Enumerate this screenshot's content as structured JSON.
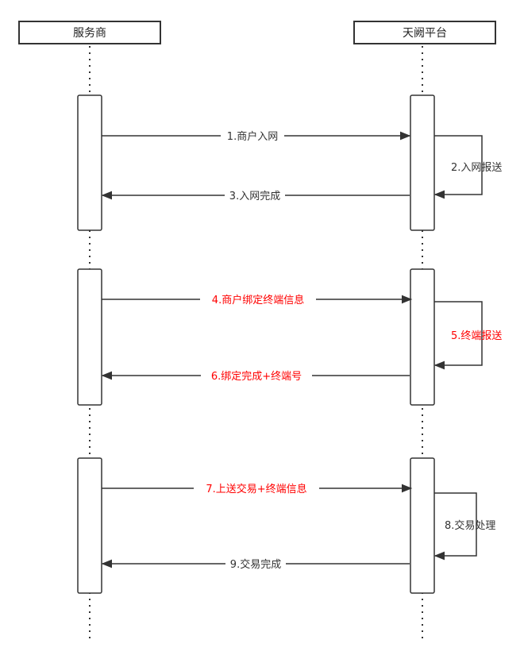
{
  "participants": [
    {
      "id": "provider",
      "label": "服务商"
    },
    {
      "id": "platform",
      "label": "天阙平台"
    }
  ],
  "messages": [
    {
      "id": "m1",
      "label": "1.商户入网",
      "from": "provider",
      "to": "platform",
      "type": "call",
      "color": "#333333"
    },
    {
      "id": "m2",
      "label": "2.入网报送",
      "from": "platform",
      "to": "platform",
      "type": "self",
      "color": "#333333"
    },
    {
      "id": "m3",
      "label": "3.入网完成",
      "from": "platform",
      "to": "provider",
      "type": "return",
      "color": "#333333"
    },
    {
      "id": "m4",
      "label": "4.商户绑定终端信息",
      "from": "provider",
      "to": "platform",
      "type": "call",
      "color": "#ff0000"
    },
    {
      "id": "m5",
      "label": "5.终端报送",
      "from": "platform",
      "to": "platform",
      "type": "self",
      "color": "#ff0000"
    },
    {
      "id": "m6",
      "label": "6.绑定完成+终端号",
      "from": "platform",
      "to": "provider",
      "type": "return",
      "color": "#ff0000"
    },
    {
      "id": "m7",
      "label": "7.上送交易+终端信息",
      "from": "provider",
      "to": "platform",
      "type": "call",
      "color": "#ff0000"
    },
    {
      "id": "m8",
      "label": "8.交易处理",
      "from": "platform",
      "to": "platform",
      "type": "self",
      "color": "#333333"
    },
    {
      "id": "m9",
      "label": "9.交易完成",
      "from": "platform",
      "to": "provider",
      "type": "return",
      "color": "#333333"
    }
  ],
  "colors": {
    "line": "#333333",
    "highlight": "#ff0000",
    "background": "#ffffff"
  }
}
